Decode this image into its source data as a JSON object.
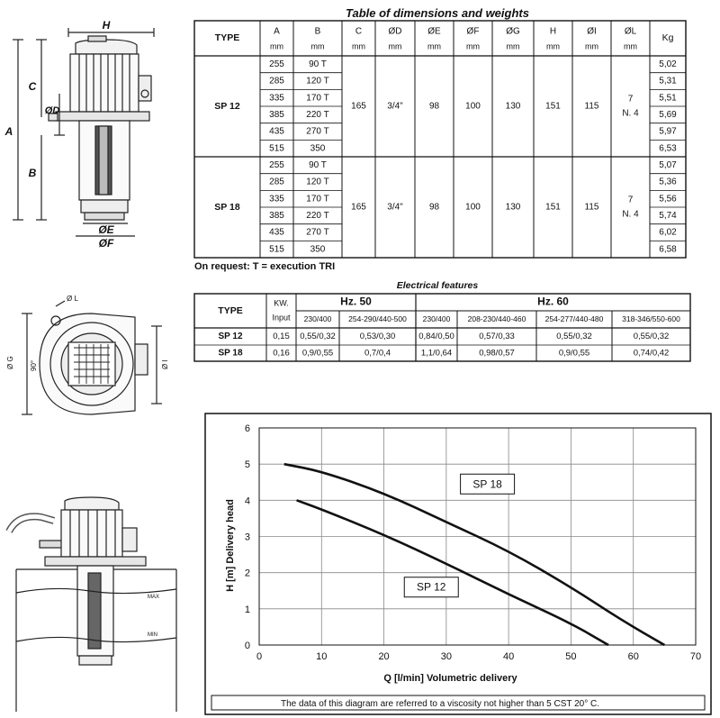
{
  "drawings": {
    "side": {
      "dims": [
        "H",
        "C",
        "ØD",
        "A",
        "B",
        "ØE",
        "ØF"
      ]
    },
    "top": {
      "dims": [
        "Ø L",
        "Ø G",
        "90°",
        "Ø I"
      ]
    },
    "tank": {
      "max_label": "MAX",
      "min_label": "MIN"
    }
  },
  "dimensions": {
    "title": "Table of dimensions and weights",
    "columns": [
      {
        "name": "TYPE",
        "unit": ""
      },
      {
        "name": "A",
        "unit": "mm"
      },
      {
        "name": "B",
        "unit": "mm"
      },
      {
        "name": "C",
        "unit": "mm"
      },
      {
        "name": "ØD",
        "unit": "mm"
      },
      {
        "name": "ØE",
        "unit": "mm"
      },
      {
        "name": "ØF",
        "unit": "mm"
      },
      {
        "name": "ØG",
        "unit": "mm"
      },
      {
        "name": "H",
        "unit": "mm"
      },
      {
        "name": "ØI",
        "unit": "mm"
      },
      {
        "name": "ØL",
        "unit": "mm"
      },
      {
        "name": "Kg",
        "unit": ""
      }
    ],
    "groups": [
      {
        "type": "SP 12",
        "A": [
          "255",
          "285",
          "335",
          "385",
          "435",
          "515"
        ],
        "B": [
          "90  T",
          "120  T",
          "170  T",
          "220  T",
          "270  T",
          "350"
        ],
        "C": "165",
        "D": "3/4\"",
        "E": "98",
        "F": "100",
        "G": "130",
        "H": "151",
        "I": "115",
        "L1": "7",
        "L2": "N. 4",
        "Kg": [
          "5,02",
          "5,31",
          "5,51",
          "5,69",
          "5,97",
          "6,53"
        ]
      },
      {
        "type": "SP 18",
        "A": [
          "255",
          "285",
          "335",
          "385",
          "435",
          "515"
        ],
        "B": [
          "90  T",
          "120  T",
          "170  T",
          "220  T",
          "270  T",
          "350"
        ],
        "C": "165",
        "D": "3/4\"",
        "E": "98",
        "F": "100",
        "G": "130",
        "H": "151",
        "I": "115",
        "L1": "7",
        "L2": "N. 4",
        "Kg": [
          "5,07",
          "5,36",
          "5,56",
          "5,74",
          "6,02",
          "6,58"
        ]
      }
    ],
    "footnote": "On request:    T =  execution  TRI"
  },
  "electrical": {
    "title": "Electrical features",
    "type_label": "TYPE",
    "kw_label_1": "KW.",
    "kw_label_2": "Input",
    "hz50_label": "Hz. 50",
    "hz60_label": "Hz. 60",
    "voltages": [
      "230/400",
      "254-290/440-500",
      "230/400",
      "208-230/440-460",
      "254-277/440-480",
      "318-346/550-600"
    ],
    "rows": [
      {
        "type": "SP 12",
        "kw": "0,15",
        "values": [
          "0,55/0,32",
          "0,53/0,30",
          "0,84/0,50",
          "0,57/0,33",
          "0,55/0,32",
          "0,55/0,32"
        ]
      },
      {
        "type": "SP 18",
        "kw": "0,16",
        "values": [
          "0,9/0,55",
          "0,7/0,4",
          "1,1/0,64",
          "0,98/0,57",
          "0,9/0,55",
          "0,74/0,42"
        ]
      }
    ]
  },
  "chart_data": {
    "type": "line",
    "title": "",
    "xlabel": "Q [l/min] Volumetric delivery",
    "ylabel": "H [m] Delivery head",
    "xlim": [
      0,
      70
    ],
    "ylim": [
      0,
      6
    ],
    "x_ticks": [
      0,
      10,
      20,
      30,
      40,
      50,
      60,
      70
    ],
    "y_ticks": [
      0,
      1,
      2,
      3,
      4,
      5,
      6
    ],
    "grid": true,
    "series": [
      {
        "name": "SP 18",
        "points": [
          [
            4,
            5
          ],
          [
            10,
            4.8
          ],
          [
            20,
            4.2
          ],
          [
            30,
            3.4
          ],
          [
            40,
            2.6
          ],
          [
            50,
            1.6
          ],
          [
            58,
            0.7
          ],
          [
            65,
            0
          ]
        ]
      },
      {
        "name": "SP 12",
        "points": [
          [
            6,
            4
          ],
          [
            10,
            3.75
          ],
          [
            20,
            3.05
          ],
          [
            30,
            2.25
          ],
          [
            40,
            1.4
          ],
          [
            50,
            0.6
          ],
          [
            56,
            0
          ]
        ]
      }
    ],
    "note": "The data of this diagram are referred to a viscosity not higher than 5 CST 20° C."
  }
}
